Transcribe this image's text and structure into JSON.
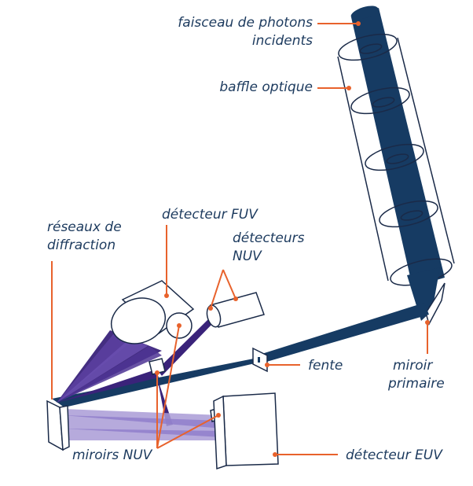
{
  "labels": {
    "faisceau_line1": "faisceau de photons",
    "faisceau_line2": "incidents",
    "baffle": "baffle optique",
    "detecteur_fuv": "détecteur FUV",
    "detecteurs_nuv_line1": "détecteurs",
    "detecteurs_nuv_line2": "NUV",
    "reseaux_line1": "réseaux de",
    "reseaux_line2": "diffraction",
    "fente": "fente",
    "miroir_line1": "miroir",
    "miroir_line2": "primaire",
    "miroirs_nuv": "miroirs NUV",
    "detecteur_euv": "détecteur EUV"
  },
  "colors": {
    "navy": "#163b63",
    "leader": "#e8622c",
    "text": "#1c3a5e",
    "outline": "#1a2a48",
    "purple_dark": "#3a237a",
    "purple_mid": "#6a4fb0",
    "lavender": "#a99bd6"
  }
}
